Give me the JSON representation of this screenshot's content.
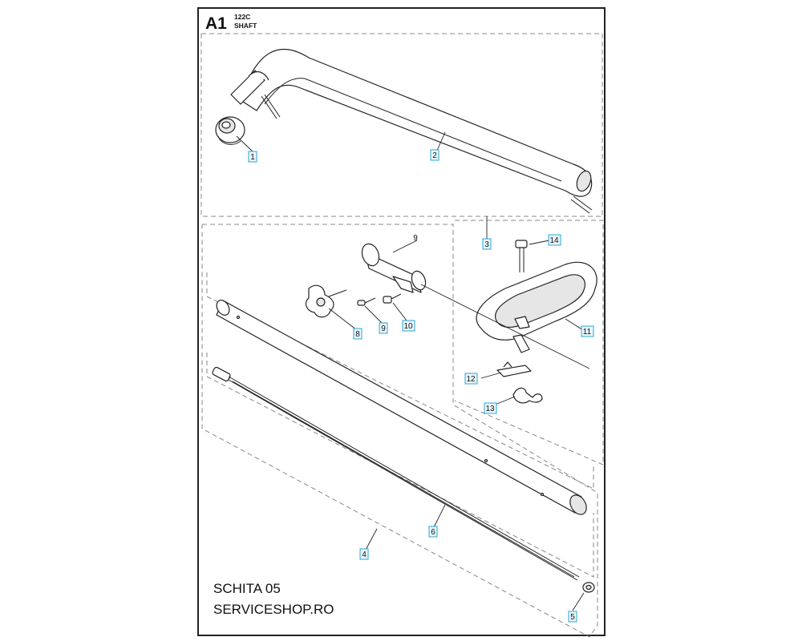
{
  "header": {
    "code": "A1",
    "model": "122C",
    "section": "SHAFT"
  },
  "callouts": [
    {
      "id": "c1",
      "label": "1",
      "boxed": true
    },
    {
      "id": "c2",
      "label": "2",
      "boxed": true
    },
    {
      "id": "c3",
      "label": "3",
      "boxed": true
    },
    {
      "id": "c4",
      "label": "4",
      "boxed": true
    },
    {
      "id": "c5",
      "label": "5",
      "boxed": true
    },
    {
      "id": "c6",
      "label": "6",
      "boxed": true
    },
    {
      "id": "c8",
      "label": "8",
      "boxed": true
    },
    {
      "id": "c9a",
      "label": "9",
      "boxed": false
    },
    {
      "id": "c9b",
      "label": "9",
      "boxed": true
    },
    {
      "id": "c10",
      "label": "10",
      "boxed": true
    },
    {
      "id": "c11",
      "label": "11",
      "boxed": true
    },
    {
      "id": "c12",
      "label": "12",
      "boxed": true
    },
    {
      "id": "c13",
      "label": "13",
      "boxed": true
    },
    {
      "id": "c14",
      "label": "14",
      "boxed": true
    }
  ],
  "footer": {
    "line1": "SCHITA 05",
    "line2": "SERVICESHOP.RO"
  },
  "colors": {
    "callout_border": "#2aa7d6",
    "callout_fill": "#e8f6fb",
    "line": "#222222"
  }
}
